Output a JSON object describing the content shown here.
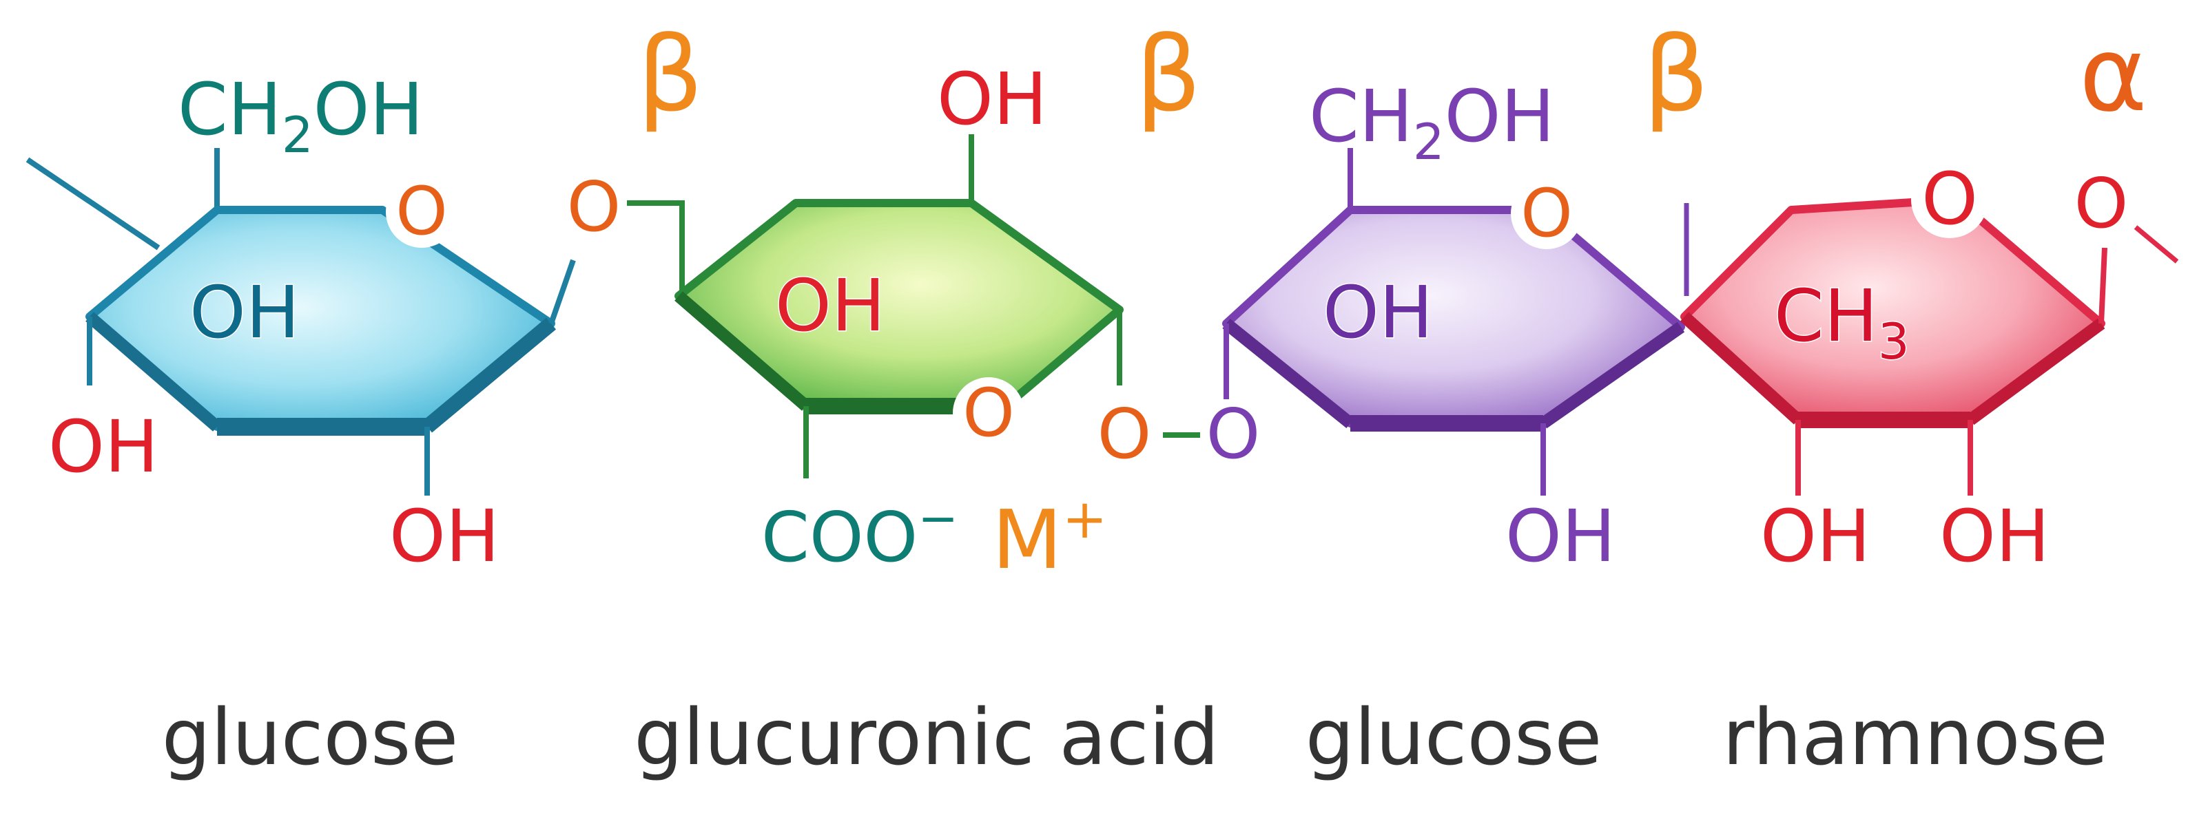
{
  "colors": {
    "teal": "#0e7d74",
    "blue_ring": "#2a9fc2",
    "blue_fill": "#8fdcef",
    "red": "#e0202a",
    "orange": "#f08a1c",
    "orange_o": "#e6601a",
    "green_ring": "#2a8a3a",
    "green_fill": "#c7ea8c",
    "purple": "#7a3fb0",
    "purple_fill": "#d9c6ee",
    "pink_ring": "#e02a4a",
    "pink_fill": "#f7a9b6",
    "label": "#333333"
  },
  "linkages": {
    "l1": "β",
    "l2": "β",
    "l3": "β",
    "l4": "α"
  },
  "units": [
    {
      "name": "glucose",
      "substituent_top": {
        "main": "CH",
        "sub": "2",
        "tail": "OH"
      },
      "ring_o": "O",
      "oh_inside": "OH",
      "oh_left": "OH",
      "oh_bottom": "OH"
    },
    {
      "name": "glucuronic acid",
      "link_o_left": "O",
      "oh_top": "OH",
      "oh_inside": "OH",
      "ring_o": "O",
      "carboxyl": {
        "main": "COO",
        "sup": "−"
      },
      "counterion": {
        "main": "M",
        "sup": "+"
      }
    },
    {
      "name": "glucose",
      "bridge_o_left": "O",
      "bridge_o_right": "O",
      "substituent_top": {
        "main": "CH",
        "sub": "2",
        "tail": "OH"
      },
      "ring_o": "O",
      "oh_inside": "OH",
      "oh_bottom": "OH"
    },
    {
      "name": "rhamnose",
      "ring_o": "O",
      "methyl": {
        "main": "CH",
        "sub": "3"
      },
      "link_o_right": "O",
      "oh_bottom_left": "OH",
      "oh_bottom_right": "OH"
    }
  ]
}
